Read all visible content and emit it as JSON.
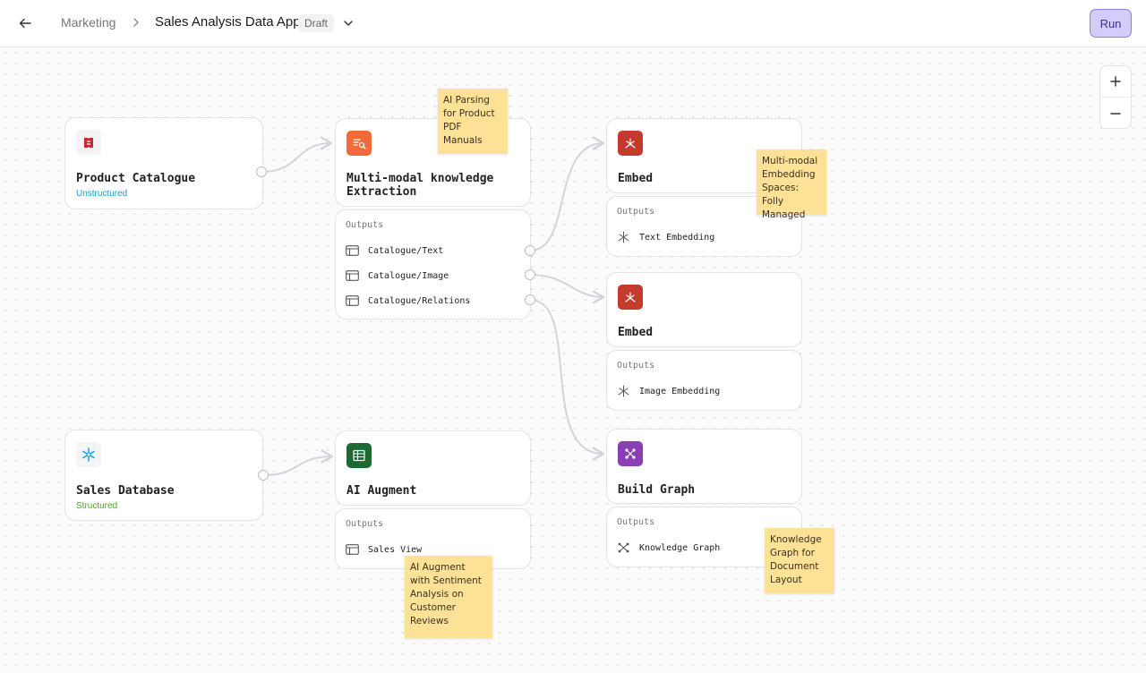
{
  "header": {
    "breadcrumb_parent": "Marketing",
    "title": "Sales Analysis Data App",
    "status_badge": "Draft",
    "run_label": "Run"
  },
  "zoom": {
    "in_label": "+",
    "out_label": "−"
  },
  "nodes": {
    "product_catalogue": {
      "title": "Product Catalogue",
      "subtitle": "Unstructured",
      "subtitle_color": "#1aa1d6"
    },
    "sales_database": {
      "title": "Sales Database",
      "subtitle": "Structured",
      "subtitle_color": "#4aa81e"
    },
    "extraction": {
      "title_line1": "Multi-modal knowledge",
      "title_line2": "Extraction",
      "outputs_label": "Outputs",
      "outputs": [
        "Catalogue/Text",
        "Catalogue/Image",
        "Catalogue/Relations"
      ]
    },
    "embed_text": {
      "title": "Embed",
      "outputs_label": "Outputs",
      "outputs": [
        "Text Embedding"
      ]
    },
    "embed_image": {
      "title": "Embed",
      "outputs_label": "Outputs",
      "outputs": [
        "Image Embedding"
      ]
    },
    "ai_augment": {
      "title": "AI Augment",
      "outputs_label": "Outputs",
      "outputs": [
        "Sales View"
      ]
    },
    "build_graph": {
      "title": "Build Graph",
      "outputs_label": "Outputs",
      "outputs": [
        "Knowledge Graph"
      ]
    }
  },
  "notes": {
    "parsing": "AI Parsing for Product PDF Manuals",
    "embedding": "Multi-modal Embedding Spaces: Folly Managed",
    "augment": "AI Augment with Sentiment Analysis on Customer Reviews",
    "graph": "Knowledge Graph for Document Layout"
  },
  "colors": {
    "extraction_icon": "#f26a3a",
    "embed_icon": "#c43a2c",
    "augment_icon": "#1a6a31",
    "graph_icon": "#8b3fb5",
    "catalogue_icon": "#c42d2d",
    "database_icon": "#2aa6e0",
    "run_button": "#d4cdfb",
    "sticky_note": "#fde196"
  }
}
